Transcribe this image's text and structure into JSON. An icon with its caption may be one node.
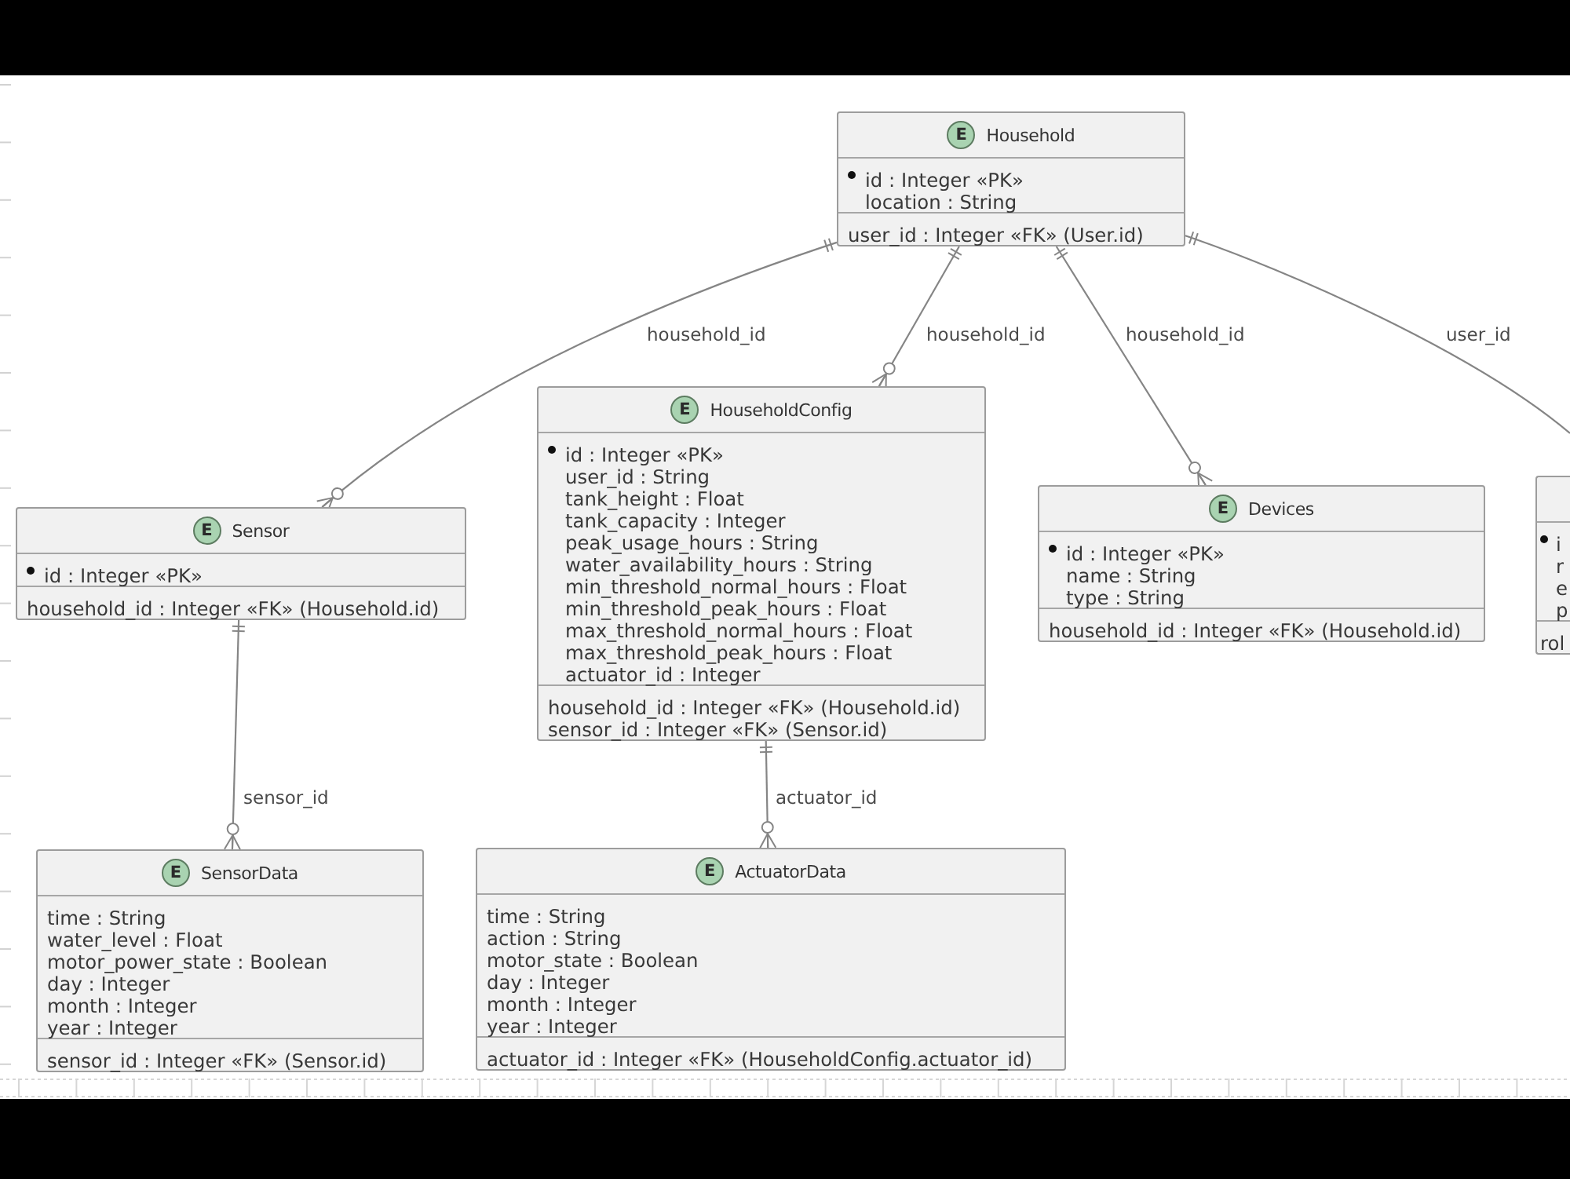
{
  "diagram": {
    "nodes": [
      {
        "text": [
          "E",
          "Household"
        ]
      },
      {
        "text": [
          "id : Integer «PK»",
          "location : String"
        ],
        "in": 0
      },
      {
        "text": [
          "user_id : Integer «FK» (User.id)"
        ],
        "in": 0
      },
      {
        "text": [
          "E",
          "Sensor"
        ]
      },
      {
        "text": [
          "id : Integer «PK»"
        ],
        "in": 3
      },
      {
        "text": [
          "household_id : Integer «FK» (Household.id)"
        ],
        "in": 3
      },
      {
        "text": [
          "E",
          "HouseholdConfig"
        ]
      },
      {
        "text": [
          "id : Integer «PK»",
          "user_id : String",
          "tank_height : Float",
          "tank_capacity : Integer",
          "peak_usage_hours : String",
          "water_availability_hours : String",
          "min_threshold_normal_hours : Float",
          "min_threshold_peak_hours : Float",
          "max_threshold_normal_hours : Float",
          "max_threshold_peak_hours : Float",
          "actuator_id : Integer"
        ],
        "in": 6
      },
      {
        "text": [
          "household_id : Integer «FK» (Household.id)",
          "sensor_id : Integer «FK» (Sensor.id)"
        ],
        "in": 6
      },
      {
        "text": [
          "E",
          "Devices"
        ]
      },
      {
        "text": [
          "id : Integer «PK»",
          "name : String",
          "type : String"
        ],
        "in": 9
      },
      {
        "text": [
          "household_id : Integer «FK» (Household.id)"
        ],
        "in": 9
      },
      {
        "text": [],
        "shape": "box"
      },
      {
        "text": [
          "i",
          "r",
          "e",
          "p"
        ],
        "in": 12
      },
      {
        "text": [
          "rol"
        ],
        "in": 12
      },
      {
        "text": [
          "E",
          "SensorData"
        ]
      },
      {
        "text": [
          "time : String",
          "water_level : Float",
          "motor_power_state : Boolean",
          "day : Integer",
          "month : Integer",
          "year : Integer"
        ],
        "in": 15
      },
      {
        "text": [
          "sensor_id : Integer «FK» (Sensor.id)"
        ],
        "in": 15
      },
      {
        "text": [
          "E",
          "ActuatorData"
        ]
      },
      {
        "text": [
          "time : String",
          "action : String",
          "motor_state : Boolean",
          "day : Integer",
          "month : Integer",
          "year : Integer"
        ],
        "in": 18
      },
      {
        "text": [
          "actuator_id : Integer «FK» (HouseholdConfig.actuator_id)"
        ],
        "in": 18
      }
    ],
    "edges": [
      {
        "from": 0,
        "to": 3,
        "arrow": "other",
        "label": "household_id"
      },
      {
        "from": 0,
        "to": 6,
        "arrow": "other",
        "label": "household_id"
      },
      {
        "from": 0,
        "to": 9,
        "arrow": "other",
        "label": "household_id"
      },
      {
        "from": 0,
        "to": null,
        "arrow": "other",
        "label": "user_id"
      },
      {
        "from": 3,
        "to": 15,
        "arrow": "other",
        "label": "sensor_id"
      },
      {
        "from": 6,
        "to": 18,
        "arrow": "other",
        "label": "actuator_id"
      }
    ]
  }
}
